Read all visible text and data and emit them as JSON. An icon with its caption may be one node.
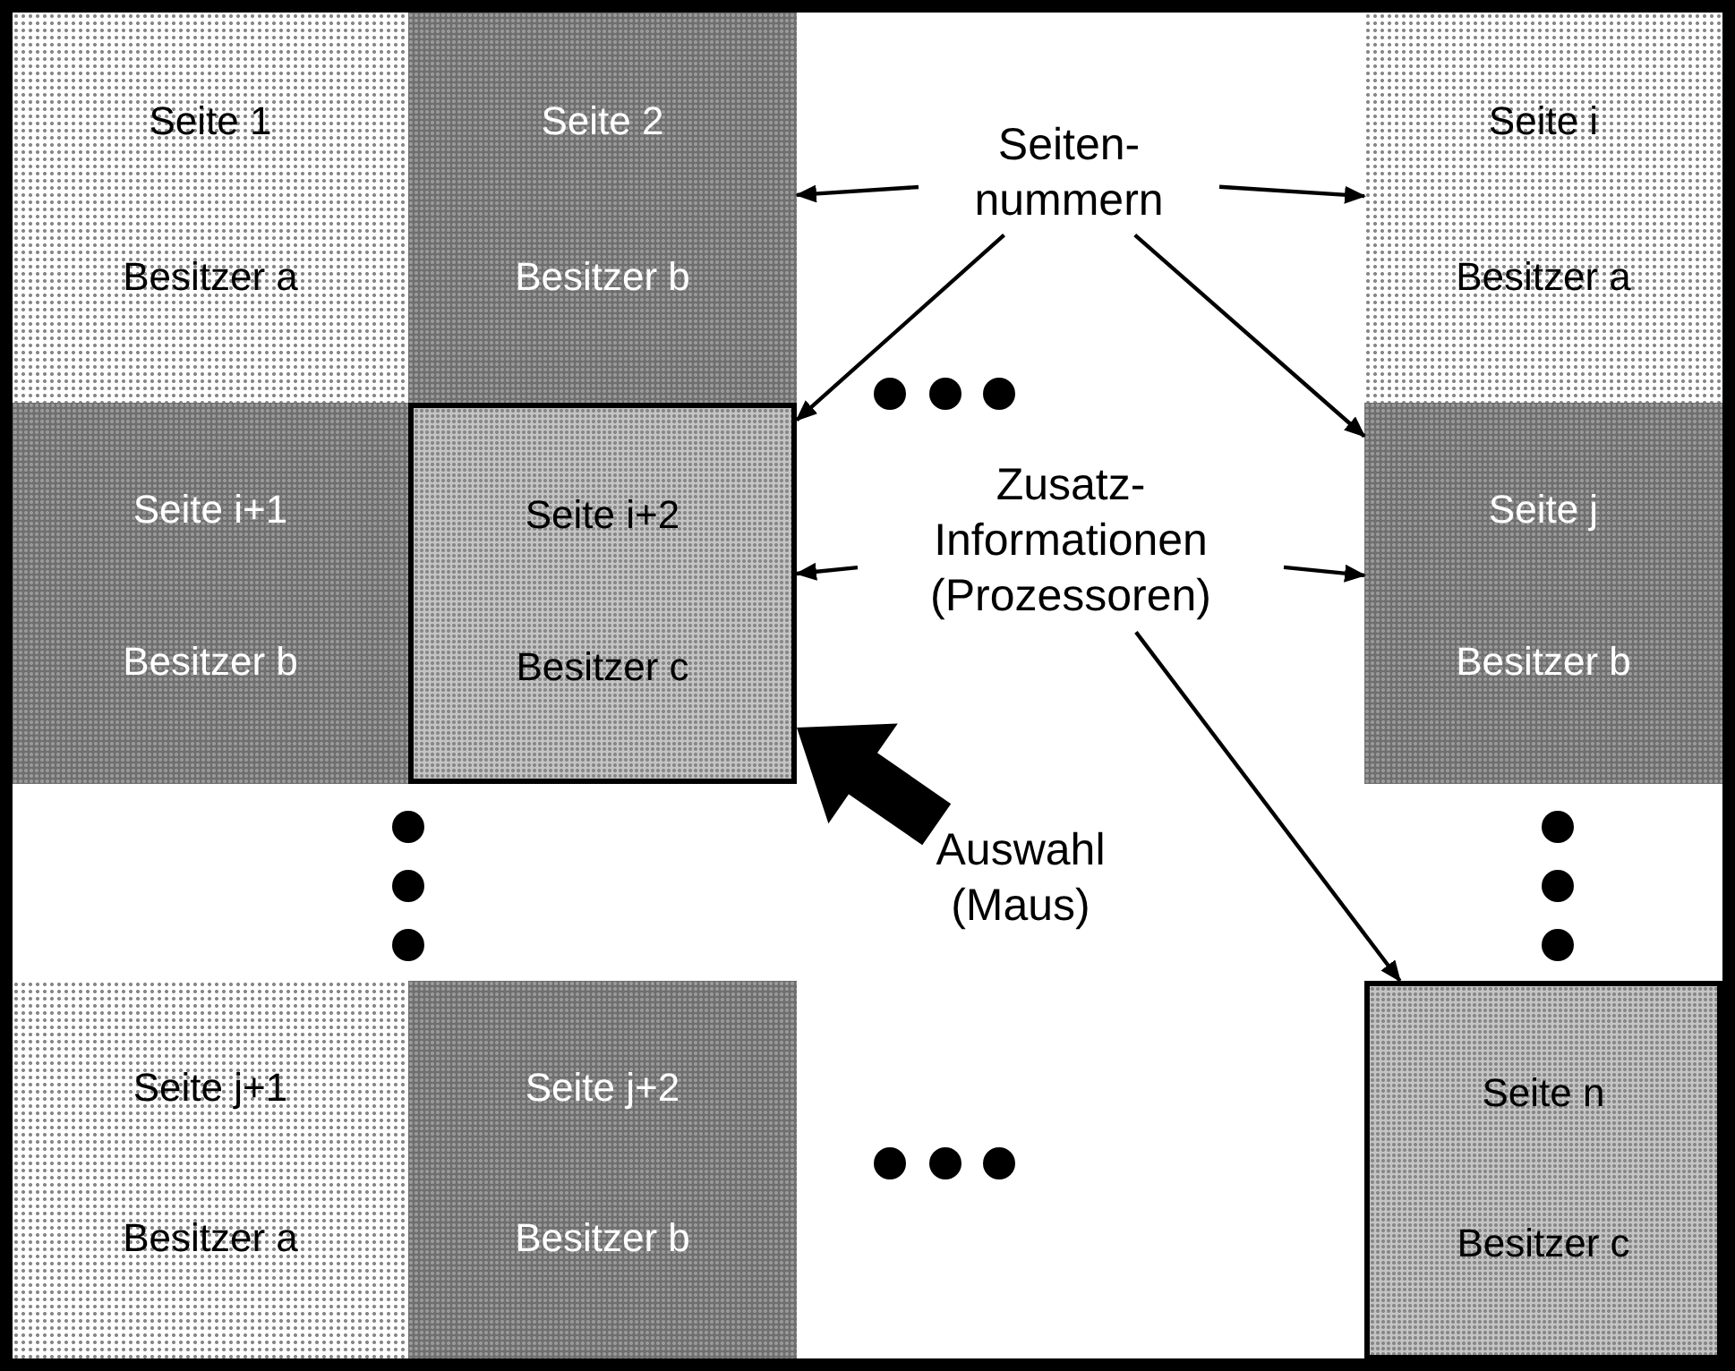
{
  "diagram": {
    "nodes": [
      {
        "text": [
          "Seite 1",
          "Besitzer a"
        ]
      },
      {
        "text": [
          "Seite 2",
          "Besitzer b"
        ]
      },
      {
        "text": [
          "Seite i",
          "Besitzer a"
        ]
      },
      {
        "text": [
          "Seite i+1",
          "Besitzer b"
        ]
      },
      {
        "text": [
          "Seite i+2",
          "Besitzer c"
        ]
      },
      {
        "text": [
          "Seite j",
          "Besitzer b"
        ]
      },
      {
        "text": [
          "Seite j+1",
          "Besitzer a"
        ]
      },
      {
        "text": [
          "Seite j+2",
          "Besitzer b"
        ]
      },
      {
        "text": [
          "Seite n",
          "Besitzer c"
        ]
      },
      {
        "text": [
          "Seiten- nummern"
        ]
      },
      {
        "text": [
          "Zusatz- Informationen (Prozessoren)"
        ]
      },
      {
        "text": [
          "Auswahl (Maus)"
        ]
      }
    ],
    "edges": [
      {
        "from": 9,
        "to": 1,
        "arrow": "to"
      },
      {
        "from": 9,
        "to": 2,
        "arrow": "to"
      },
      {
        "from": 9,
        "to": 4,
        "arrow": "to"
      },
      {
        "from": 9,
        "to": 5,
        "arrow": "to"
      },
      {
        "from": 10,
        "to": 4,
        "arrow": "to"
      },
      {
        "from": 10,
        "to": 5,
        "arrow": "to"
      },
      {
        "from": 10,
        "to": 8,
        "arrow": "to"
      },
      {
        "from": 11,
        "to": 4,
        "arrow": "to",
        "style": "thick"
      }
    ]
  }
}
